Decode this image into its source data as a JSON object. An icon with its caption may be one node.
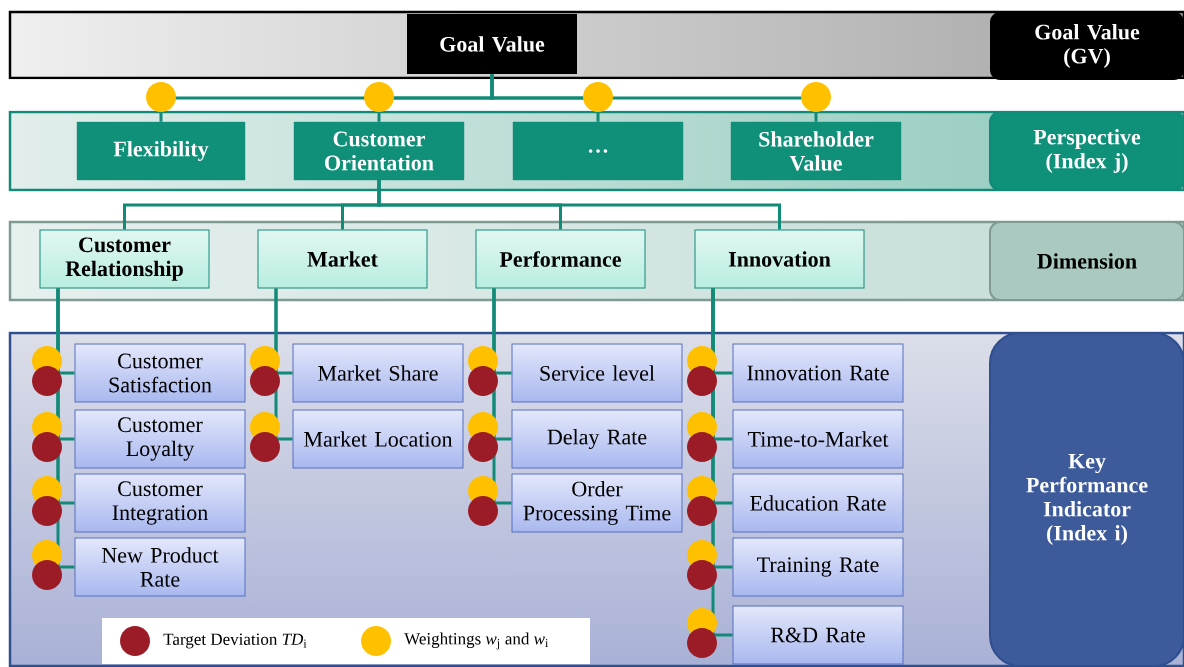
{
  "diagram": {
    "nodes": [
      {
        "text": [],
        "shape": "box"
      },
      {
        "text": [
          "Goal Value"
        ],
        "in": 0
      },
      {
        "text": [
          "Goal Value (GV)"
        ],
        "in": 0
      },
      {
        "text": [],
        "shape": "box"
      },
      {
        "text": [
          "Flexibility"
        ],
        "in": 3
      },
      {
        "text": [
          "Customer Orientation"
        ],
        "in": 3
      },
      {
        "text": [
          "…"
        ],
        "in": 3
      },
      {
        "text": [
          "Shareholder Value"
        ],
        "in": 3
      },
      {
        "text": [
          "Perspective (Index j)"
        ],
        "in": 3
      },
      {
        "text": [],
        "shape": "box"
      },
      {
        "text": [
          "Customer Relationship"
        ],
        "in": 9
      },
      {
        "text": [
          "Market"
        ],
        "in": 9
      },
      {
        "text": [
          "Performance"
        ],
        "in": 9
      },
      {
        "text": [
          "Innovation"
        ],
        "in": 9
      },
      {
        "text": [
          "Dimension"
        ],
        "in": 9
      },
      {
        "text": [],
        "shape": "box"
      },
      {
        "text": [
          "Customer Satisfaction"
        ],
        "in": 15
      },
      {
        "text": [
          "Customer Loyalty"
        ],
        "in": 15
      },
      {
        "text": [
          "Customer Integration"
        ],
        "in": 15
      },
      {
        "text": [
          "New Product Rate"
        ],
        "in": 15
      },
      {
        "text": [
          "Market Share"
        ],
        "in": 15
      },
      {
        "text": [
          "Market Location"
        ],
        "in": 15
      },
      {
        "text": [
          "Service level"
        ],
        "in": 15
      },
      {
        "text": [
          "Delay Rate"
        ],
        "in": 15
      },
      {
        "text": [
          "Order Processing Time"
        ],
        "in": 15
      },
      {
        "text": [
          "Innovation Rate"
        ],
        "in": 15
      },
      {
        "text": [
          "Time-to-Market"
        ],
        "in": 15
      },
      {
        "text": [
          "Education Rate"
        ],
        "in": 15
      },
      {
        "text": [
          "Training Rate"
        ],
        "in": 15
      },
      {
        "text": [
          "R&D Rate"
        ],
        "in": 15
      },
      {
        "text": [
          "Key Performance Indicator (Index i)"
        ],
        "in": 15
      }
    ],
    "edges": [
      {
        "from": 1,
        "to": 4,
        "arrow": "none"
      },
      {
        "from": 1,
        "to": 5,
        "arrow": "none"
      },
      {
        "from": 1,
        "to": 6,
        "arrow": "none"
      },
      {
        "from": 1,
        "to": 7,
        "arrow": "none"
      },
      {
        "from": 5,
        "to": 10,
        "arrow": "none"
      },
      {
        "from": 5,
        "to": 11,
        "arrow": "none"
      },
      {
        "from": 5,
        "to": 12,
        "arrow": "none"
      },
      {
        "from": 5,
        "to": 13,
        "arrow": "none"
      },
      {
        "from": 10,
        "to": 16,
        "arrow": "none"
      },
      {
        "from": 10,
        "to": 17,
        "arrow": "none"
      },
      {
        "from": 10,
        "to": 18,
        "arrow": "none"
      },
      {
        "from": 10,
        "to": 19,
        "arrow": "none"
      },
      {
        "from": 11,
        "to": 20,
        "arrow": "none"
      },
      {
        "from": 11,
        "to": 21,
        "arrow": "none"
      },
      {
        "from": 12,
        "to": 22,
        "arrow": "none"
      },
      {
        "from": 12,
        "to": 23,
        "arrow": "none"
      },
      {
        "from": 12,
        "to": 24,
        "arrow": "none"
      },
      {
        "from": 13,
        "to": 25,
        "arrow": "none"
      },
      {
        "from": 13,
        "to": 26,
        "arrow": "none"
      },
      {
        "from": 13,
        "to": 27,
        "arrow": "none"
      },
      {
        "from": 13,
        "to": 28,
        "arrow": "none"
      },
      {
        "from": 13,
        "to": 29,
        "arrow": "none"
      }
    ],
    "legend": [
      {
        "text": "Target Deviation *TD*$_{i}$",
        "color": "#9b1c26"
      },
      {
        "text": "Weightings *w*$_{j}$ and *w*$_{i}$",
        "color": "#ffc000"
      }
    ]
  }
}
